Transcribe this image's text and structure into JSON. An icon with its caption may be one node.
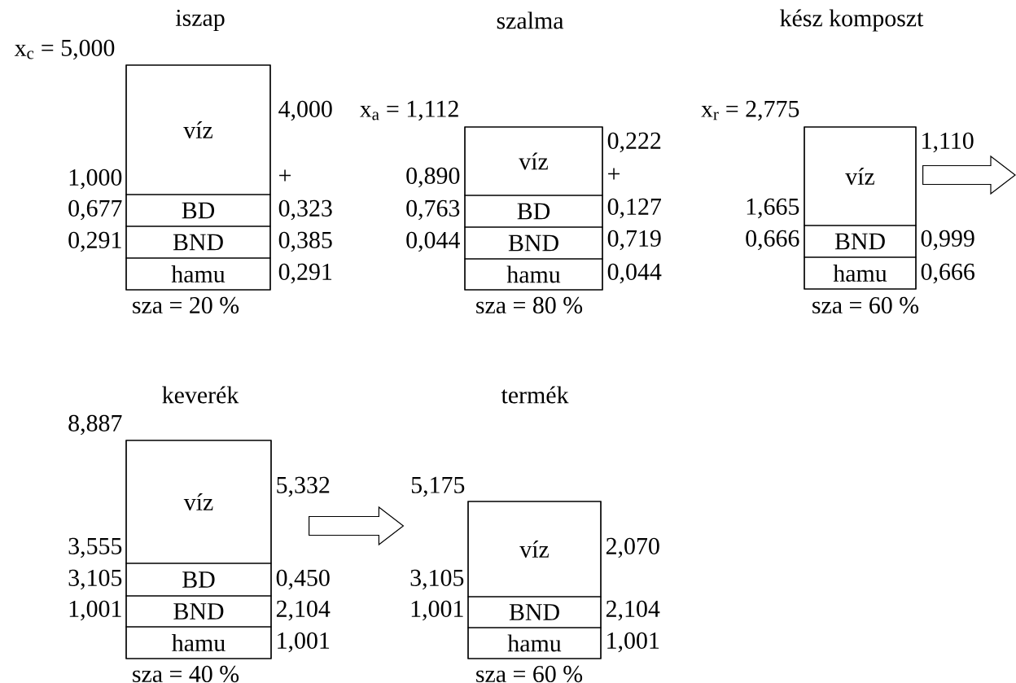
{
  "diagram": {
    "nodes": [
      {
        "text": [
          "iszap"
        ],
        "beside": [
          "x$_{c}$ = 5,000",
          "sza = 20 %"
        ]
      },
      {
        "text": [
          "víz"
        ],
        "in": 0
      },
      {
        "text": [
          "BD"
        ],
        "in": 0
      },
      {
        "text": [
          "BND"
        ],
        "in": 0
      },
      {
        "text": [
          "hamu"
        ],
        "in": 0
      },
      {
        "text": [
          "szalma"
        ],
        "beside": [
          "x$_{a}$ = 1,112",
          "sza = 80 %"
        ]
      },
      {
        "text": [
          "víz"
        ],
        "in": 5
      },
      {
        "text": [
          "BD"
        ],
        "in": 5
      },
      {
        "text": [
          "BND"
        ],
        "in": 5
      },
      {
        "text": [
          "hamu"
        ],
        "in": 5
      },
      {
        "text": [
          "kész komposzt"
        ],
        "beside": [
          "x$_{r}$ = 2,775",
          "sza = 60 %"
        ]
      },
      {
        "text": [
          "víz"
        ],
        "in": 10
      },
      {
        "text": [
          "BND"
        ],
        "in": 10
      },
      {
        "text": [
          "hamu"
        ],
        "in": 10
      },
      {
        "text": [
          "keverék"
        ],
        "beside": [
          "8,887",
          "sza = 40 %"
        ]
      },
      {
        "text": [
          "víz"
        ],
        "in": 14
      },
      {
        "text": [
          "BD"
        ],
        "in": 14
      },
      {
        "text": [
          "BND"
        ],
        "in": 14
      },
      {
        "text": [
          "hamu"
        ],
        "in": 14
      },
      {
        "text": [],
        "shape": "box",
        "beside": [
          "5,175",
          "sza = 60 %"
        ]
      },
      {
        "text": [
          "víz"
        ],
        "in": 19
      },
      {
        "text": [
          "BND"
        ],
        "in": 19
      },
      {
        "text": [
          "hamu"
        ],
        "in": 19
      }
    ],
    "edges": [
      {
        "from": 10,
        "to": null,
        "arrow": "to"
      },
      {
        "from": 14,
        "to": 19,
        "arrow": "to"
      }
    ],
    "labels": [
      "4,000",
      "1,000",
      "+",
      "0,677",
      "0,323",
      "0,291",
      "0,385",
      "0,291",
      "0,222",
      "0,890",
      "+",
      "0,763",
      "0,127",
      "0,044",
      "0,719",
      "0,044",
      "1,110",
      "1,665",
      "0,666",
      "0,999",
      "0,666",
      "termék",
      "5,332",
      "3,555",
      "2,070",
      "3,105",
      "0,450",
      "3,105",
      "1,001",
      "2,104",
      "1,001",
      "2,104",
      "1,001",
      "1,001"
    ]
  }
}
